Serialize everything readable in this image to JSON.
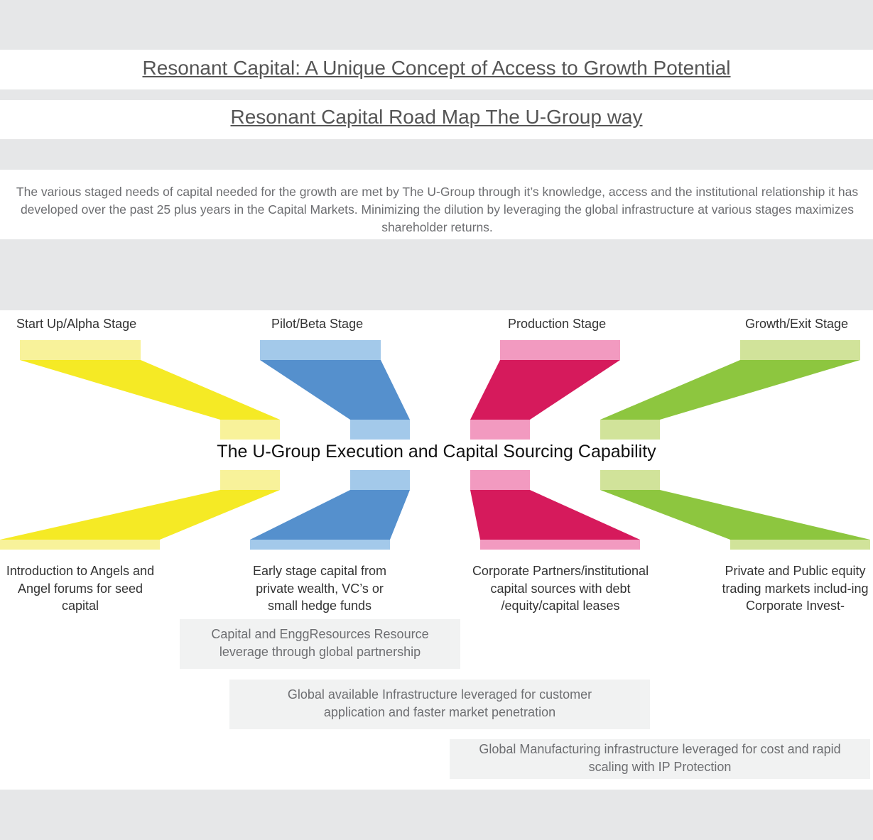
{
  "header": {
    "title": "Resonant Capital: A Unique Concept of Access to Growth Potential",
    "subtitle": "Resonant Capital Road Map The U-Group way"
  },
  "intro_text": "The various staged needs of capital needed for the growth are met by The U-Group through it’s knowledge, access and the institutional relationship it has developed over the past 25 plus years in the Capital Markets. Minimizing the dilution by leveraging the global infrastructure at various stages maximizes shareholder returns.",
  "diagram": {
    "center_label": "The U-Group Execution and Capital Sourcing Capability",
    "stages": [
      {
        "name": "Start Up/Alpha Stage",
        "description": "Introduction to Angels and Angel forums for seed capital",
        "color": "#f5ea25",
        "light_color": "#f8f29a"
      },
      {
        "name": "Pilot/Beta Stage",
        "description": "Early stage capital from private wealth, VC’s or small hedge funds",
        "color": "#5590cd",
        "light_color": "#a3c9ea"
      },
      {
        "name": "Production Stage",
        "description": "Corporate Partners/institutional capital sources with debt /equity/capital leases",
        "color": "#d61a5c",
        "light_color": "#f29ac0"
      },
      {
        "name": "Growth/Exit Stage",
        "description": "Private and Public equity trading markets includ-ing Corporate Invest-",
        "color": "#8dc63f",
        "light_color": "#d1e39a"
      }
    ],
    "leverage_boxes": [
      "Capital and EnggResources Resource leverage through global partnership",
      "Global available Infrastructure leveraged for customer application and faster market penetration",
      "Global Manufacturing infrastructure leveraged for cost and rapid scaling with IP Protection"
    ]
  }
}
